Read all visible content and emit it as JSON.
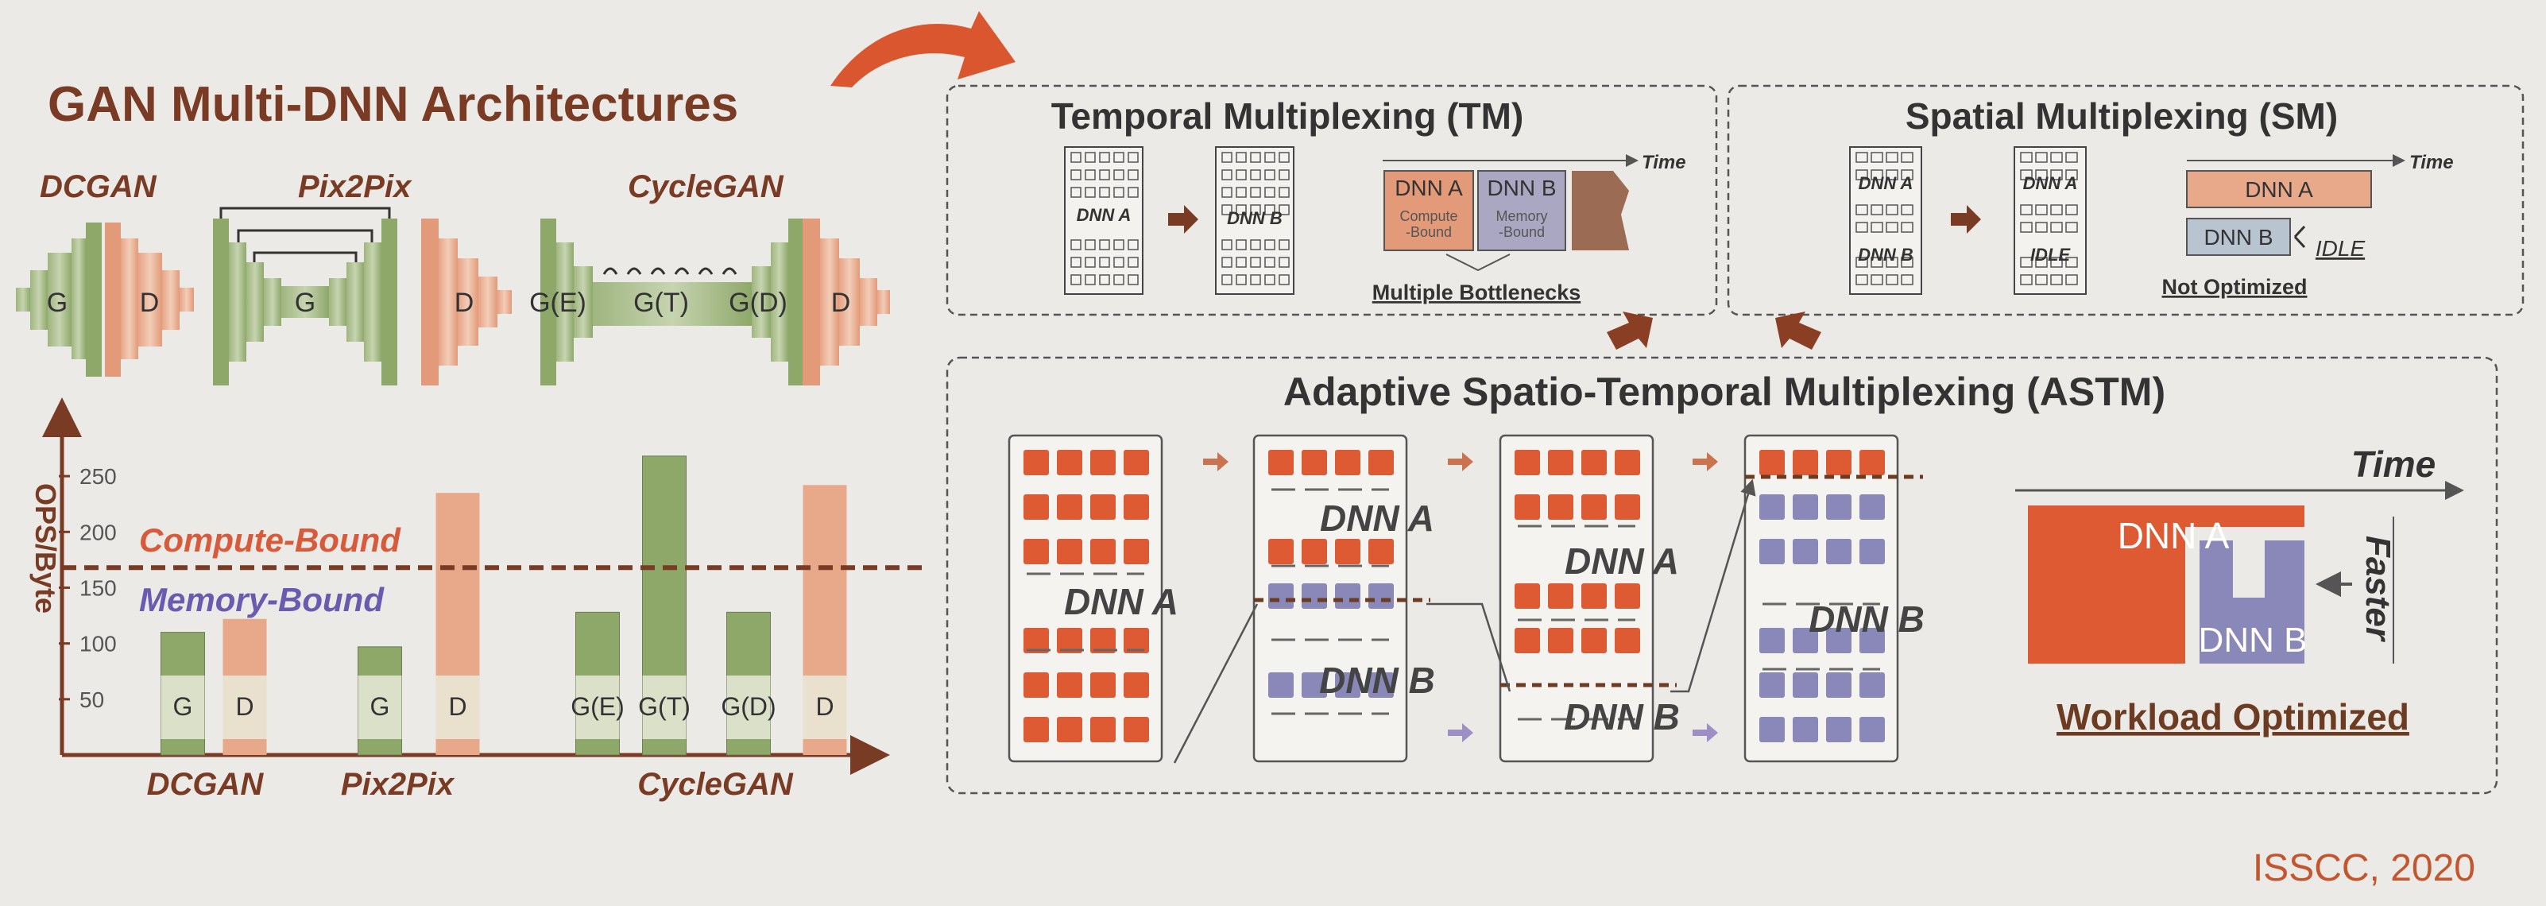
{
  "left": {
    "title": "GAN Multi-DNN Architectures",
    "arch_titles": [
      "DCGAN",
      "Pix2Pix",
      "CycleGAN"
    ],
    "net_labels": {
      "g": "G",
      "d": "D",
      "ge": "G(E)",
      "gt": "G(T)",
      "gd": "G(D)"
    }
  },
  "chart_data": {
    "type": "bar",
    "ylabel": "OPS/Byte",
    "yticks": [
      50,
      100,
      150,
      200,
      250
    ],
    "ylim": [
      0,
      285
    ],
    "groups": [
      "DCGAN",
      "Pix2Pix",
      "CycleGAN"
    ],
    "categories": [
      "G",
      "D",
      "G",
      "D",
      "G(E)",
      "G(T)",
      "G(D)",
      "D"
    ],
    "group_of_category": [
      "DCGAN",
      "DCGAN",
      "Pix2Pix",
      "Pix2Pix",
      "CycleGAN",
      "CycleGAN",
      "CycleGAN",
      "CycleGAN"
    ],
    "values": [
      110,
      122,
      97,
      235,
      128,
      268,
      128,
      242
    ],
    "threshold": {
      "value": 168,
      "above_label": "Compute-Bound",
      "below_label": "Memory-Bound"
    },
    "colors": {
      "generator": "#8ea86a",
      "discriminator": "#e8a88a",
      "threshold": "#7a3b24",
      "compute": "#d95a3a",
      "memory": "#6a5ab0"
    }
  },
  "tm": {
    "title": "Temporal Multiplexing (TM)",
    "dnn_a": "DNN A",
    "dnn_b": "DNN B",
    "time": "Time",
    "compute_bound": "Compute -Bound",
    "memory_bound": "Memory -Bound",
    "caption": "Multiple Bottlenecks"
  },
  "sm": {
    "title": "Spatial Multiplexing (SM)",
    "dnn_a": "DNN A",
    "dnn_b": "DNN B",
    "idle": "IDLE",
    "time": "Time",
    "caption": "Not Optimized"
  },
  "astm": {
    "title": "Adaptive Spatio-Temporal Multiplexing (ASTM)",
    "dnn_a": "DNN A",
    "dnn_b": "DNN B",
    "time": "Time",
    "faster": "Faster",
    "caption": "Workload Optimized"
  },
  "citation": "ISSCC, 2020",
  "colors": {
    "accent": "#d9562e",
    "dark": "#7a3b24",
    "dnn_a": "#dd5a33",
    "dnn_b": "#8a88b8",
    "text": "#333333"
  }
}
